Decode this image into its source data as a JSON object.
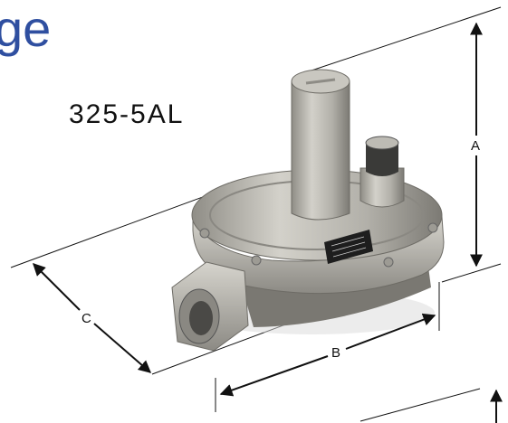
{
  "heading": "ge",
  "model": "325-5AL",
  "dimensions": {
    "a": "A",
    "b": "B",
    "c": "C"
  },
  "colors": {
    "heading": "#2f4fa0",
    "line": "#111111",
    "body": "#b9b7b0"
  }
}
